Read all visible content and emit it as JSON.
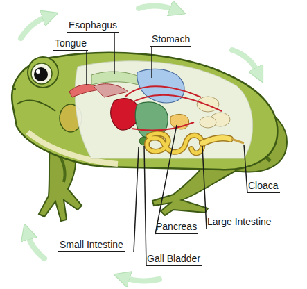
{
  "diagram": {
    "labels": [
      "Esophagus",
      "Tongue",
      "Stomach",
      "Cloaca",
      "Large Intestine",
      "Pancreas",
      "Small Intestine",
      "Gall Bladder"
    ]
  }
}
